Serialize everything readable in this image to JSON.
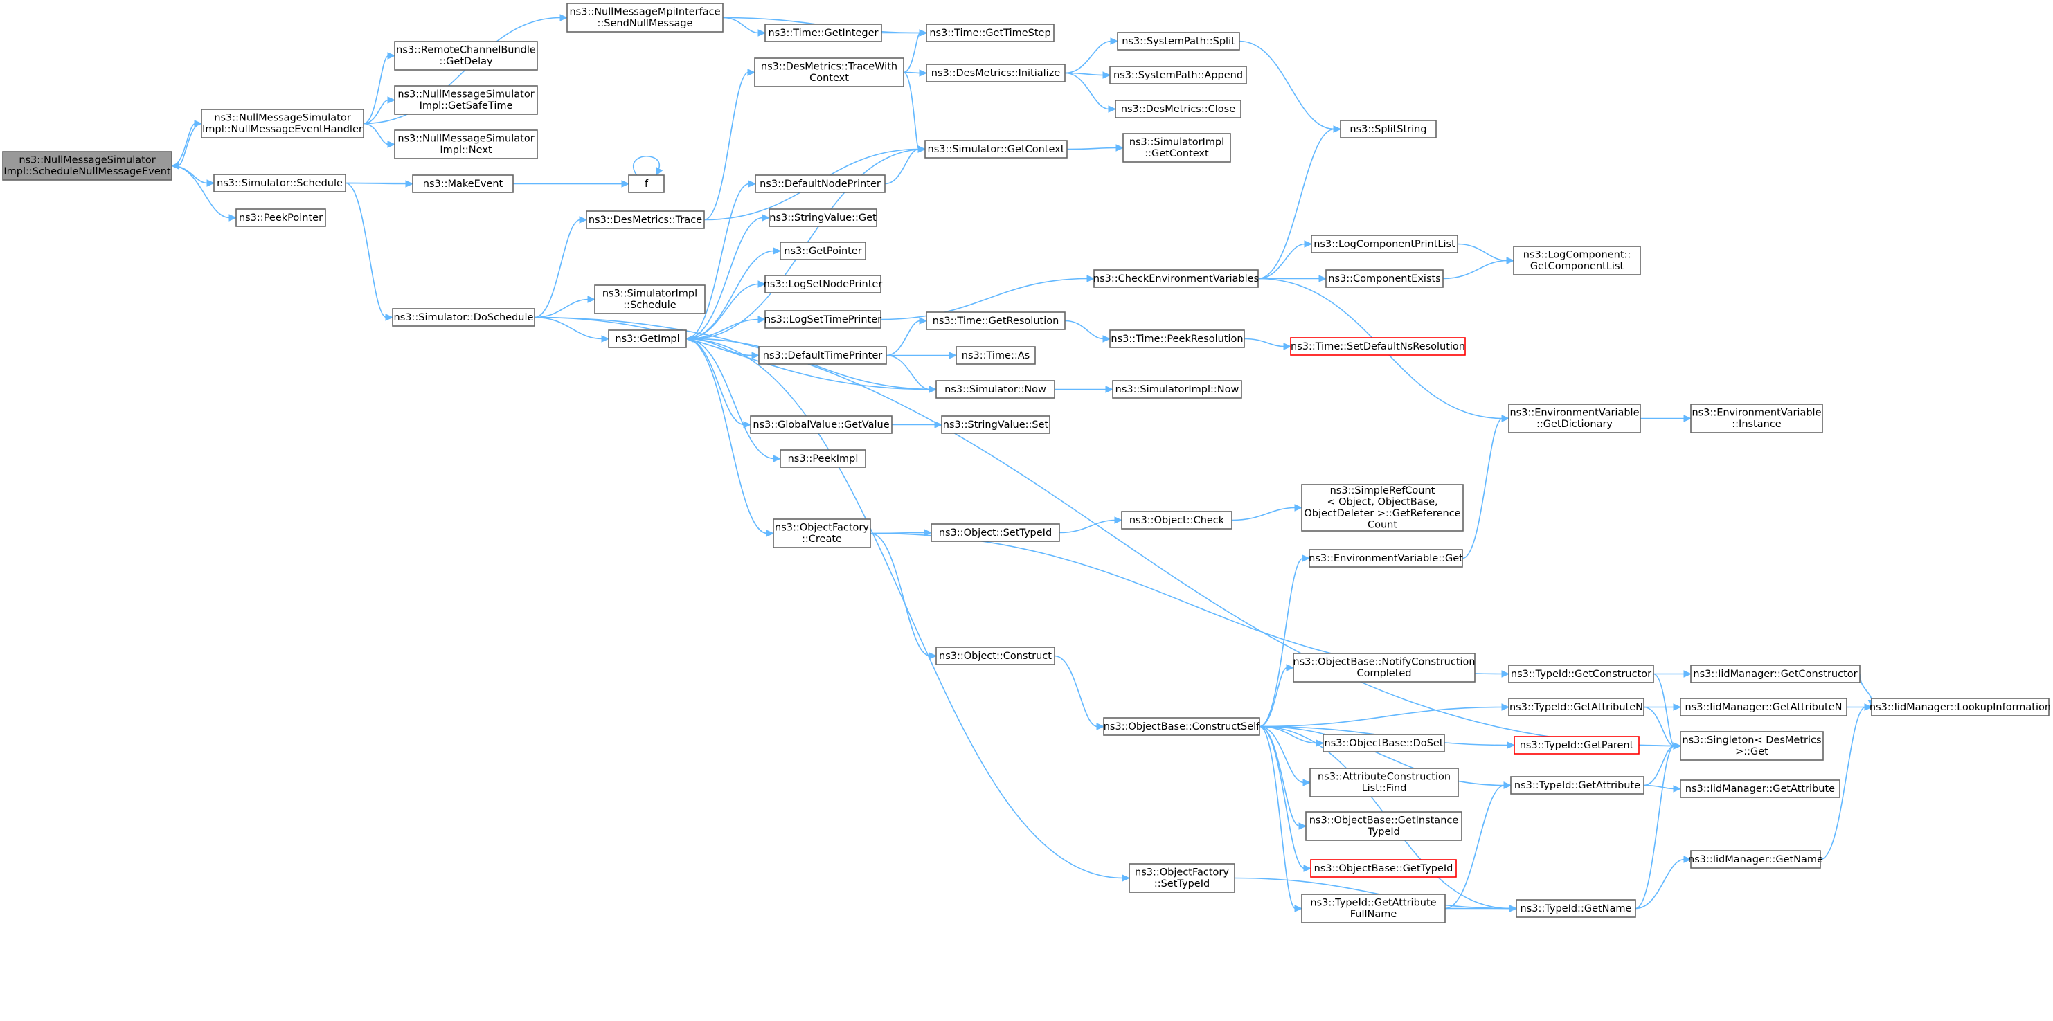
{
  "colors": {
    "edge": "#63b8ff",
    "node_border": "#666666",
    "root_fill": "#999999",
    "highlight_border": "#ff0000"
  },
  "nodes": [
    {
      "id": "root",
      "lines": [
        "ns3::NullMessageSimulator",
        "Impl::ScheduleNullMessageEvent"
      ],
      "style": "root"
    },
    {
      "id": "handler",
      "lines": [
        "ns3::NullMessageSimulator",
        "Impl::NullMessageEventHandler"
      ]
    },
    {
      "id": "sendnull",
      "lines": [
        "ns3::NullMessageMpiInterface",
        "::SendNullMessage"
      ]
    },
    {
      "id": "getdelay",
      "lines": [
        "ns3::RemoteChannelBundle",
        "::GetDelay"
      ]
    },
    {
      "id": "getsafe",
      "lines": [
        "ns3::NullMessageSimulator",
        "Impl::GetSafeTime"
      ]
    },
    {
      "id": "next",
      "lines": [
        "ns3::NullMessageSimulator",
        "Impl::Next"
      ]
    },
    {
      "id": "schedule",
      "lines": [
        "ns3::Simulator::Schedule"
      ]
    },
    {
      "id": "peekptr",
      "lines": [
        "ns3::PeekPointer"
      ]
    },
    {
      "id": "makeevent",
      "lines": [
        "ns3::MakeEvent"
      ]
    },
    {
      "id": "f",
      "lines": [
        "f"
      ]
    },
    {
      "id": "doschedule",
      "lines": [
        "ns3::Simulator::DoSchedule"
      ]
    },
    {
      "id": "getinteger",
      "lines": [
        "ns3::Time::GetInteger"
      ]
    },
    {
      "id": "gettimestep",
      "lines": [
        "ns3::Time::GetTimeStep"
      ]
    },
    {
      "id": "tracewith",
      "lines": [
        "ns3::DesMetrics::TraceWith",
        "Context"
      ]
    },
    {
      "id": "dminit",
      "lines": [
        "ns3::DesMetrics::Initialize"
      ]
    },
    {
      "id": "spsplit",
      "lines": [
        "ns3::SystemPath::Split"
      ]
    },
    {
      "id": "spappend",
      "lines": [
        "ns3::SystemPath::Append"
      ]
    },
    {
      "id": "dmclose",
      "lines": [
        "ns3::DesMetrics::Close"
      ]
    },
    {
      "id": "splitstring",
      "lines": [
        "ns3::SplitString"
      ]
    },
    {
      "id": "getcontext",
      "lines": [
        "ns3::Simulator::GetContext"
      ]
    },
    {
      "id": "implgetcontext",
      "lines": [
        "ns3::SimulatorImpl",
        "::GetContext"
      ]
    },
    {
      "id": "dmtrace",
      "lines": [
        "ns3::DesMetrics::Trace"
      ]
    },
    {
      "id": "defnodeprinter",
      "lines": [
        "ns3::DefaultNodePrinter"
      ]
    },
    {
      "id": "strvalget",
      "lines": [
        "ns3::StringValue::Get"
      ]
    },
    {
      "id": "getpointer",
      "lines": [
        "ns3::GetPointer"
      ]
    },
    {
      "id": "logsetnode",
      "lines": [
        "ns3::LogSetNodePrinter"
      ]
    },
    {
      "id": "implschedule",
      "lines": [
        "ns3::SimulatorImpl",
        "::Schedule"
      ]
    },
    {
      "id": "getimpl",
      "lines": [
        "ns3::GetImpl"
      ]
    },
    {
      "id": "logsettime",
      "lines": [
        "ns3::LogSetTimePrinter"
      ]
    },
    {
      "id": "checkenv",
      "lines": [
        "ns3::CheckEnvironmentVariables"
      ]
    },
    {
      "id": "logcompprint",
      "lines": [
        "ns3::LogComponentPrintList"
      ]
    },
    {
      "id": "compexists",
      "lines": [
        "ns3::ComponentExists"
      ]
    },
    {
      "id": "getcomplist",
      "lines": [
        "ns3::LogComponent::",
        "GetComponentList"
      ]
    },
    {
      "id": "deftimeprinter",
      "lines": [
        "ns3::DefaultTimePrinter"
      ]
    },
    {
      "id": "getresolution",
      "lines": [
        "ns3::Time::GetResolution"
      ]
    },
    {
      "id": "timeas",
      "lines": [
        "ns3::Time::As"
      ]
    },
    {
      "id": "peekres",
      "lines": [
        "ns3::Time::PeekResolution"
      ]
    },
    {
      "id": "setdefns",
      "lines": [
        "ns3::Time::SetDefaultNsResolution"
      ],
      "style": "red"
    },
    {
      "id": "simnow",
      "lines": [
        "ns3::Simulator::Now"
      ]
    },
    {
      "id": "implnow",
      "lines": [
        "ns3::SimulatorImpl::Now"
      ]
    },
    {
      "id": "gvgetvalue",
      "lines": [
        "ns3::GlobalValue::GetValue"
      ]
    },
    {
      "id": "strvalset",
      "lines": [
        "ns3::StringValue::Set"
      ]
    },
    {
      "id": "peekimpl",
      "lines": [
        "ns3::PeekImpl"
      ]
    },
    {
      "id": "envdict",
      "lines": [
        "ns3::EnvironmentVariable",
        "::GetDictionary"
      ]
    },
    {
      "id": "envinst",
      "lines": [
        "ns3::EnvironmentVariable",
        "::Instance"
      ]
    },
    {
      "id": "ofcreate",
      "lines": [
        "ns3::ObjectFactory",
        "::Create"
      ]
    },
    {
      "id": "objsettypeid",
      "lines": [
        "ns3::Object::SetTypeId"
      ]
    },
    {
      "id": "objcheck",
      "lines": [
        "ns3::Object::Check"
      ]
    },
    {
      "id": "refcount",
      "lines": [
        "ns3::SimpleRefCount",
        "< Object, ObjectBase,",
        "ObjectDeleter >::GetReference",
        "Count"
      ]
    },
    {
      "id": "envget",
      "lines": [
        "ns3::EnvironmentVariable::Get"
      ]
    },
    {
      "id": "objconstruct",
      "lines": [
        "ns3::Object::Construct"
      ]
    },
    {
      "id": "notifyconstr",
      "lines": [
        "ns3::ObjectBase::NotifyConstruction",
        "Completed"
      ]
    },
    {
      "id": "tidgetconstr",
      "lines": [
        "ns3::TypeId::GetConstructor"
      ]
    },
    {
      "id": "iidgetconstr",
      "lines": [
        "ns3::IidManager::GetConstructor"
      ]
    },
    {
      "id": "constructself",
      "lines": [
        "ns3::ObjectBase::ConstructSelf"
      ]
    },
    {
      "id": "tidgetattrn",
      "lines": [
        "ns3::TypeId::GetAttributeN"
      ]
    },
    {
      "id": "iidgetattrn",
      "lines": [
        "ns3::IidManager::GetAttributeN"
      ]
    },
    {
      "id": "lookupinfo",
      "lines": [
        "ns3::IidManager::LookupInformation"
      ]
    },
    {
      "id": "doset",
      "lines": [
        "ns3::ObjectBase::DoSet"
      ]
    },
    {
      "id": "tidgetparent",
      "lines": [
        "ns3::TypeId::GetParent"
      ],
      "style": "red"
    },
    {
      "id": "singleton",
      "lines": [
        "ns3::Singleton< DesMetrics",
        ">::Get"
      ]
    },
    {
      "id": "attrfind",
      "lines": [
        "ns3::AttributeConstruction",
        "List::Find"
      ]
    },
    {
      "id": "tidgetattr",
      "lines": [
        "ns3::TypeId::GetAttribute"
      ]
    },
    {
      "id": "iidgetattr",
      "lines": [
        "ns3::IidManager::GetAttribute"
      ]
    },
    {
      "id": "getinsttid",
      "lines": [
        "ns3::ObjectBase::GetInstance",
        "TypeId"
      ]
    },
    {
      "id": "obgettid",
      "lines": [
        "ns3::ObjectBase::GetTypeId"
      ],
      "style": "red"
    },
    {
      "id": "iidgetname",
      "lines": [
        "ns3::IidManager::GetName"
      ]
    },
    {
      "id": "ofsettypeid",
      "lines": [
        "ns3::ObjectFactory",
        "::SetTypeId"
      ]
    },
    {
      "id": "tidattrfull",
      "lines": [
        "ns3::TypeId::GetAttribute",
        "FullName"
      ]
    },
    {
      "id": "tidgetname",
      "lines": [
        "ns3::TypeId::GetName"
      ]
    }
  ],
  "edges": [
    [
      "root",
      "handler"
    ],
    [
      "root",
      "schedule"
    ],
    [
      "root",
      "peekptr"
    ],
    [
      "handler",
      "root"
    ],
    [
      "handler",
      "sendnull"
    ],
    [
      "handler",
      "getdelay"
    ],
    [
      "handler",
      "getsafe"
    ],
    [
      "handler",
      "next"
    ],
    [
      "sendnull",
      "getinteger"
    ],
    [
      "sendnull",
      "gettimestep"
    ],
    [
      "getinteger",
      "gettimestep"
    ],
    [
      "schedule",
      "makeevent"
    ],
    [
      "schedule",
      "f"
    ],
    [
      "schedule",
      "doschedule"
    ],
    [
      "makeevent",
      "f"
    ],
    [
      "f",
      "f"
    ],
    [
      "doschedule",
      "dmtrace"
    ],
    [
      "doschedule",
      "implschedule"
    ],
    [
      "doschedule",
      "getimpl"
    ],
    [
      "doschedule",
      "simnow"
    ],
    [
      "doschedule",
      "singleton"
    ],
    [
      "dmtrace",
      "tracewith"
    ],
    [
      "dmtrace",
      "getcontext"
    ],
    [
      "tracewith",
      "gettimestep"
    ],
    [
      "tracewith",
      "dminit"
    ],
    [
      "tracewith",
      "getcontext"
    ],
    [
      "dminit",
      "spsplit"
    ],
    [
      "dminit",
      "spappend"
    ],
    [
      "dminit",
      "dmclose"
    ],
    [
      "spsplit",
      "splitstring"
    ],
    [
      "getcontext",
      "implgetcontext"
    ],
    [
      "getcontext",
      "getimpl"
    ],
    [
      "defnodeprinter",
      "getcontext"
    ],
    [
      "getimpl",
      "defnodeprinter"
    ],
    [
      "getimpl",
      "strvalget"
    ],
    [
      "getimpl",
      "getpointer"
    ],
    [
      "getimpl",
      "logsetnode"
    ],
    [
      "getimpl",
      "logsettime"
    ],
    [
      "getimpl",
      "deftimeprinter"
    ],
    [
      "getimpl",
      "gvgetvalue"
    ],
    [
      "getimpl",
      "peekimpl"
    ],
    [
      "getimpl",
      "ofcreate"
    ],
    [
      "getimpl",
      "ofsettypeid"
    ],
    [
      "logsettime",
      "checkenv"
    ],
    [
      "checkenv",
      "splitstring"
    ],
    [
      "checkenv",
      "logcompprint"
    ],
    [
      "checkenv",
      "compexists"
    ],
    [
      "checkenv",
      "envdict"
    ],
    [
      "logcompprint",
      "getcomplist"
    ],
    [
      "compexists",
      "getcomplist"
    ],
    [
      "deftimeprinter",
      "getresolution"
    ],
    [
      "deftimeprinter",
      "timeas"
    ],
    [
      "deftimeprinter",
      "simnow"
    ],
    [
      "getresolution",
      "peekres"
    ],
    [
      "peekres",
      "setdefns"
    ],
    [
      "simnow",
      "implnow"
    ],
    [
      "simnow",
      "getimpl"
    ],
    [
      "gvgetvalue",
      "strvalset"
    ],
    [
      "envdict",
      "envinst"
    ],
    [
      "ofcreate",
      "objsettypeid"
    ],
    [
      "ofcreate",
      "objconstruct"
    ],
    [
      "ofcreate",
      "tidgetconstr"
    ],
    [
      "objsettypeid",
      "objcheck"
    ],
    [
      "objcheck",
      "refcount"
    ],
    [
      "envget",
      "envdict"
    ],
    [
      "objconstruct",
      "constructself"
    ],
    [
      "constructself",
      "envget"
    ],
    [
      "constructself",
      "notifyconstr"
    ],
    [
      "constructself",
      "tidgetattrn"
    ],
    [
      "constructself",
      "tidgetparent"
    ],
    [
      "constructself",
      "doset"
    ],
    [
      "constructself",
      "attrfind"
    ],
    [
      "constructself",
      "tidgetattr"
    ],
    [
      "constructself",
      "getinsttid"
    ],
    [
      "constructself",
      "obgettid"
    ],
    [
      "constructself",
      "tidattrfull"
    ],
    [
      "constructself",
      "tidgetname"
    ],
    [
      "tidgetconstr",
      "iidgetconstr"
    ],
    [
      "tidgetconstr",
      "singleton"
    ],
    [
      "iidgetconstr",
      "lookupinfo"
    ],
    [
      "tidgetattrn",
      "iidgetattrn"
    ],
    [
      "tidgetattrn",
      "singleton"
    ],
    [
      "iidgetattrn",
      "lookupinfo"
    ],
    [
      "tidgetparent",
      "singleton"
    ],
    [
      "tidgetattr",
      "iidgetattr"
    ],
    [
      "tidgetattr",
      "singleton"
    ],
    [
      "tidattrfull",
      "tidgetattr"
    ],
    [
      "tidattrfull",
      "tidgetname"
    ],
    [
      "tidgetname",
      "singleton"
    ],
    [
      "tidgetname",
      "iidgetname"
    ],
    [
      "iidgetname",
      "lookupinfo"
    ],
    [
      "ofsettypeid",
      "tidgetname"
    ]
  ]
}
